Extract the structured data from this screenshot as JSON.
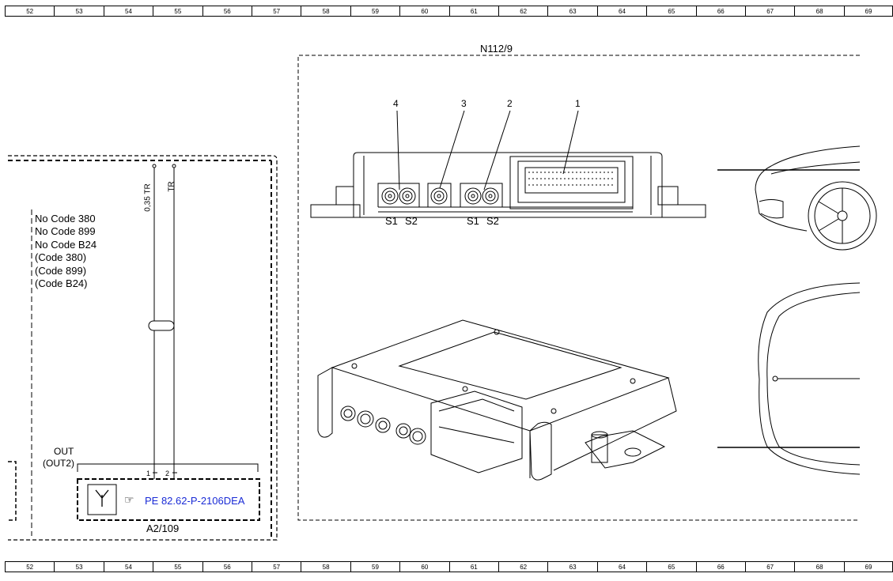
{
  "ruler": {
    "columns": [
      "52",
      "53",
      "54",
      "55",
      "56",
      "57",
      "58",
      "59",
      "60",
      "61",
      "62",
      "63",
      "64",
      "65",
      "66",
      "67",
      "68",
      "69"
    ]
  },
  "module": {
    "id": "N112/9",
    "callouts": [
      "4",
      "3",
      "2",
      "1"
    ],
    "port_labels_left": [
      "S1",
      "S2"
    ],
    "port_labels_right": [
      "S1",
      "S2"
    ]
  },
  "wiring": {
    "wire1_label": "0,35 TR",
    "wire2_label": "TR",
    "code_conditions": [
      "No Code 380",
      "No Code 899",
      "No Code B24",
      "(Code 380)",
      "(Code 899)",
      "(Code B24)"
    ],
    "out_label": "OUT",
    "out2_label": "(OUT2)",
    "pin1": "1",
    "pin2": "2"
  },
  "antenna": {
    "id": "A2/109",
    "reference_icon": "hand-pointer-icon",
    "reference_text": "PE 82.62-P-2106DEA",
    "link_color": "#1a2bd6"
  }
}
